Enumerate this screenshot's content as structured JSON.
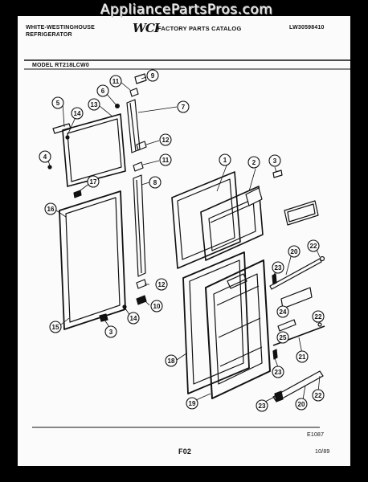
{
  "header": {
    "brand_line1": "WHITE-WESTINGHOUSE",
    "brand_line2": "REFRIGERATOR",
    "logo_text": "WCI",
    "catalog_title": "FACTORY PARTS CATALOG",
    "doc_number": "LW30598410",
    "model_label": "MODEL RT218LCW0"
  },
  "watermark": "AppliancePartsPros.com",
  "footer": {
    "figure_code": "E1087",
    "page_code": "F02",
    "date_code": "10/89"
  },
  "callouts": {
    "c1": "1",
    "c2": "2",
    "c3a": "3",
    "c3b": "3",
    "c4": "4",
    "c5": "5",
    "c6": "6",
    "c7": "7",
    "c8": "8",
    "c9": "9",
    "c10": "10",
    "c11a": "11",
    "c11b": "11",
    "c12a": "12",
    "c12b": "12",
    "c13": "13",
    "c14a": "14",
    "c14b": "14",
    "c15": "15",
    "c16": "16",
    "c17": "17",
    "c18": "18",
    "c19": "19",
    "c20a": "20",
    "c20b": "20",
    "c21": "21",
    "c22a": "22",
    "c22b": "22",
    "c22c": "22",
    "c23a": "23",
    "c23b": "23",
    "c23c": "23",
    "c24": "24",
    "c25": "25"
  },
  "colors": {
    "ink": "#111111",
    "paper": "#fbfbfb",
    "frame": "#000000"
  }
}
